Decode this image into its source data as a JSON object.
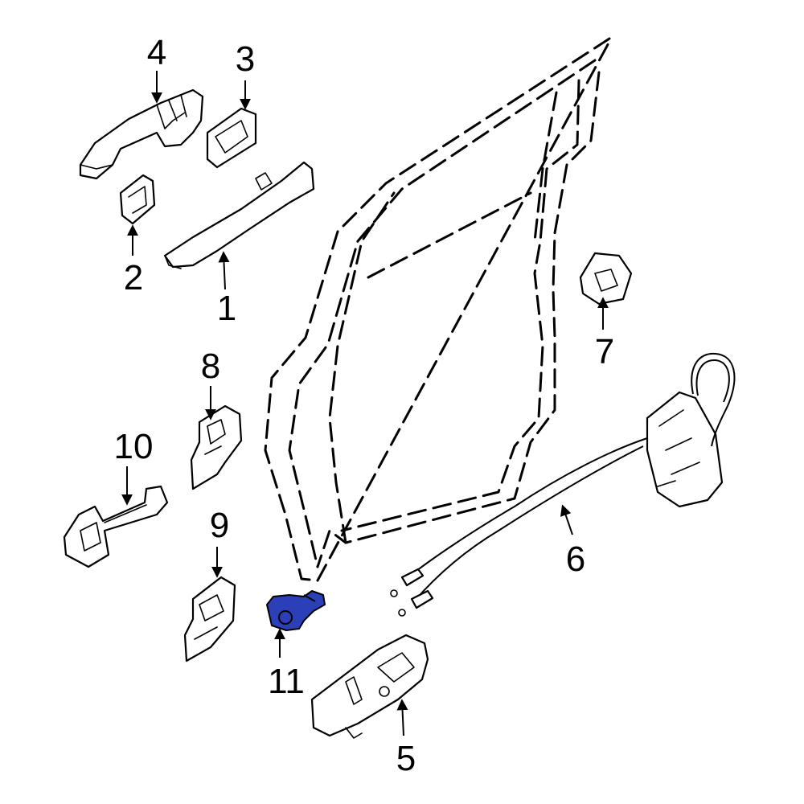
{
  "callouts": {
    "c1": "1",
    "c2": "2",
    "c3": "3",
    "c4": "4",
    "c5": "5",
    "c6": "6",
    "c7": "7",
    "c8": "8",
    "c9": "9",
    "c10": "10",
    "c11": "11"
  },
  "highlight_part": "11",
  "colors": {
    "highlight": "#2a3fb8",
    "line": "#000000",
    "background": "#ffffff"
  }
}
